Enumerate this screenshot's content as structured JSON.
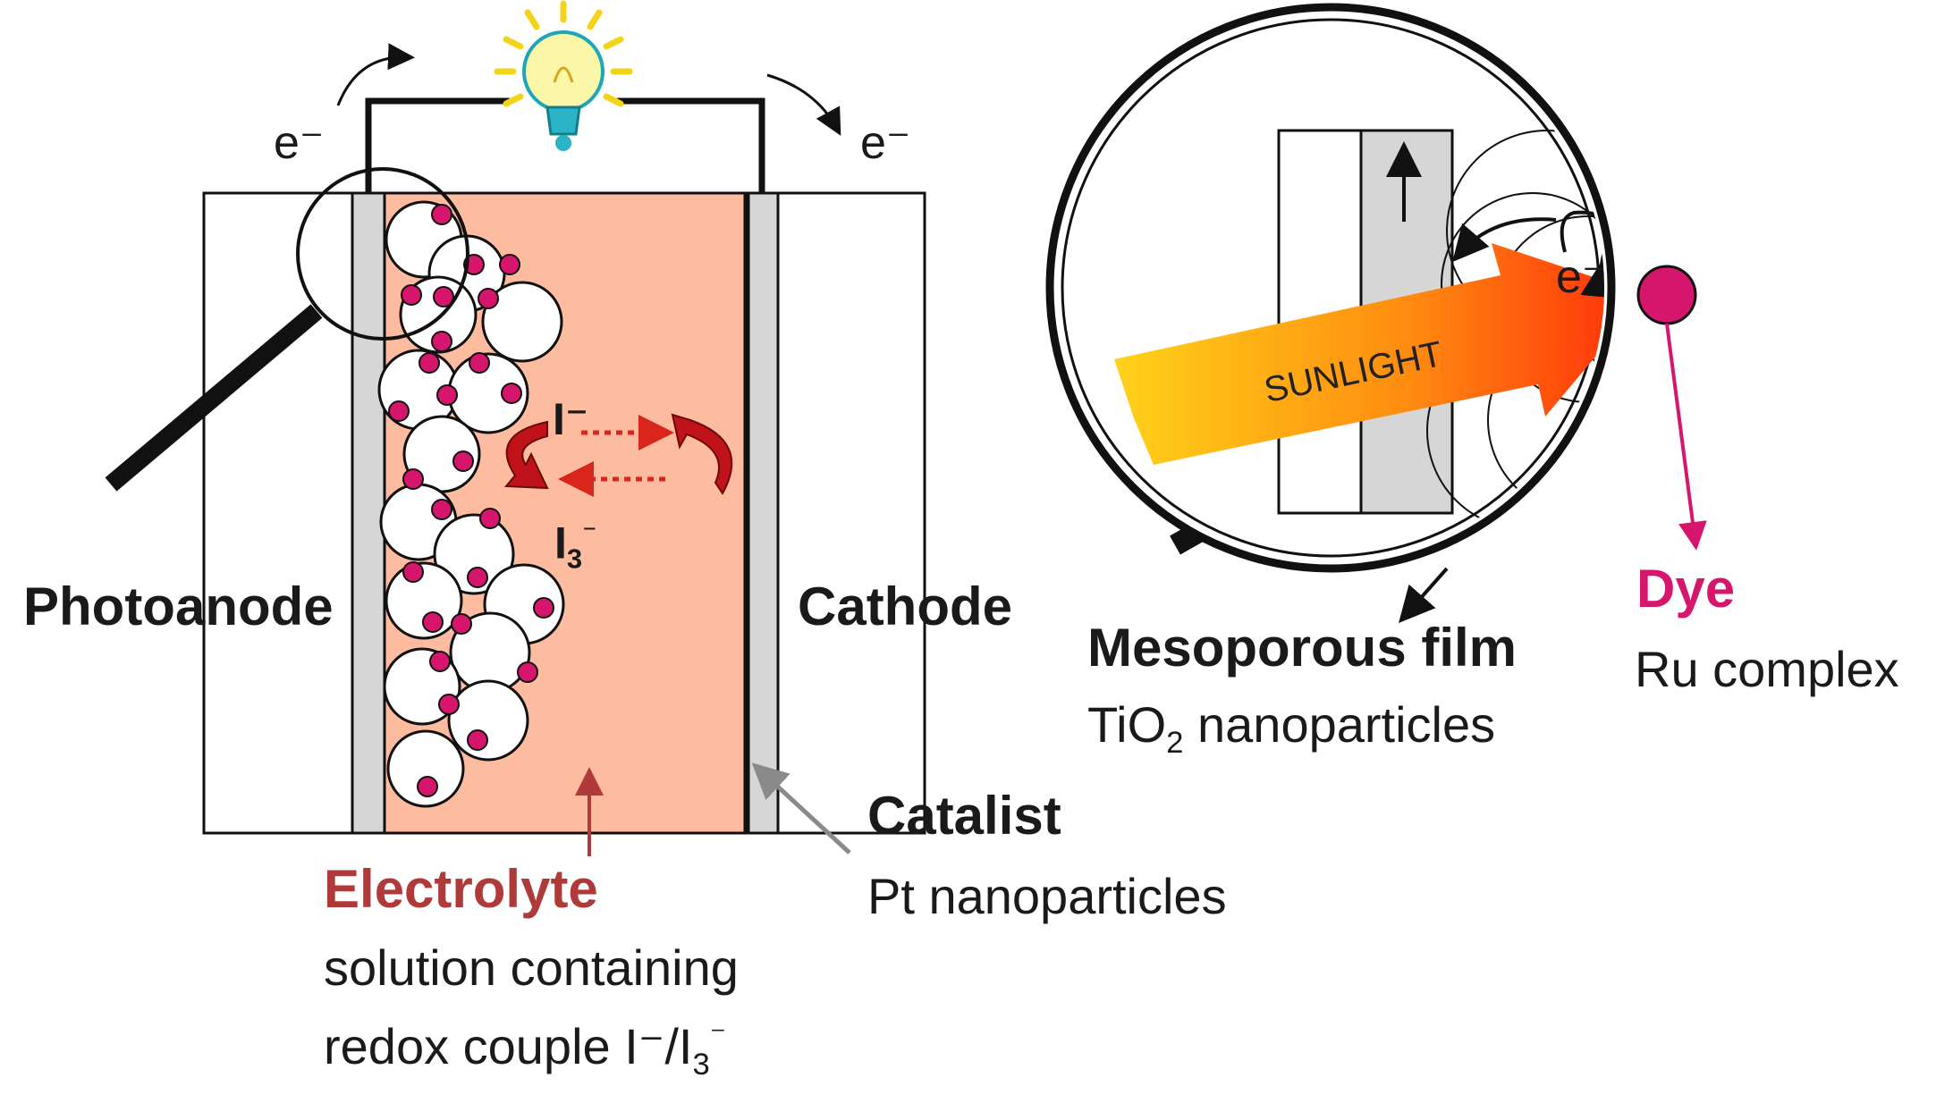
{
  "labels": {
    "electron_left": "e⁻",
    "electron_right": "e⁻",
    "electron_zoom": "e⁻",
    "photoanode": "Photoanode",
    "cathode": "Cathode",
    "iodide": "I⁻",
    "triiodide_main": "I",
    "triiodide_sub": "3",
    "triiodide_sup": "⁻",
    "electrolyte_title": "Electrolyte",
    "electrolyte_line1": "solution containing",
    "electrolyte_line2_prefix": "redox couple I⁻/I",
    "electrolyte_line2_sub": "3",
    "electrolyte_line2_sup": "⁻",
    "catalyst_title": "Catalist",
    "catalyst_desc": "Pt nanoparticles",
    "sunlight": "SUNLIGHT",
    "film_title": "Mesoporous film",
    "film_desc_prefix": "TiO",
    "film_desc_sub": "2",
    "film_desc_suffix": " nanoparticles",
    "dye_title": "Dye",
    "dye_desc": "Ru complex"
  },
  "colors": {
    "electrolyte_fill": "#fdbca0",
    "glass": "#d6d6d6",
    "dye": "#d6156d",
    "electrolyte_text": "#b03a3a",
    "redox_arrow": "#c0121b",
    "outline": "#111111"
  },
  "icons": [
    "lightbulb-icon",
    "magnifier-icon"
  ]
}
